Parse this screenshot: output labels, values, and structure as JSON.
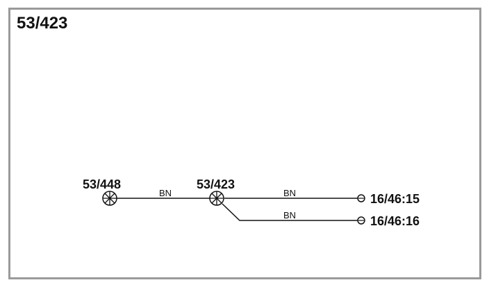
{
  "title": "53/423",
  "nodes": {
    "left": {
      "label": "53/448"
    },
    "middle": {
      "label": "53/423"
    }
  },
  "wires": {
    "left_to_middle": "BN",
    "middle_to_t1": "BN",
    "middle_to_t2": "BN"
  },
  "terminals": {
    "t1": "16/46:15",
    "t2": "16/46:16"
  },
  "colors": {
    "line": "#111111",
    "frame": "#9a9a9a"
  }
}
